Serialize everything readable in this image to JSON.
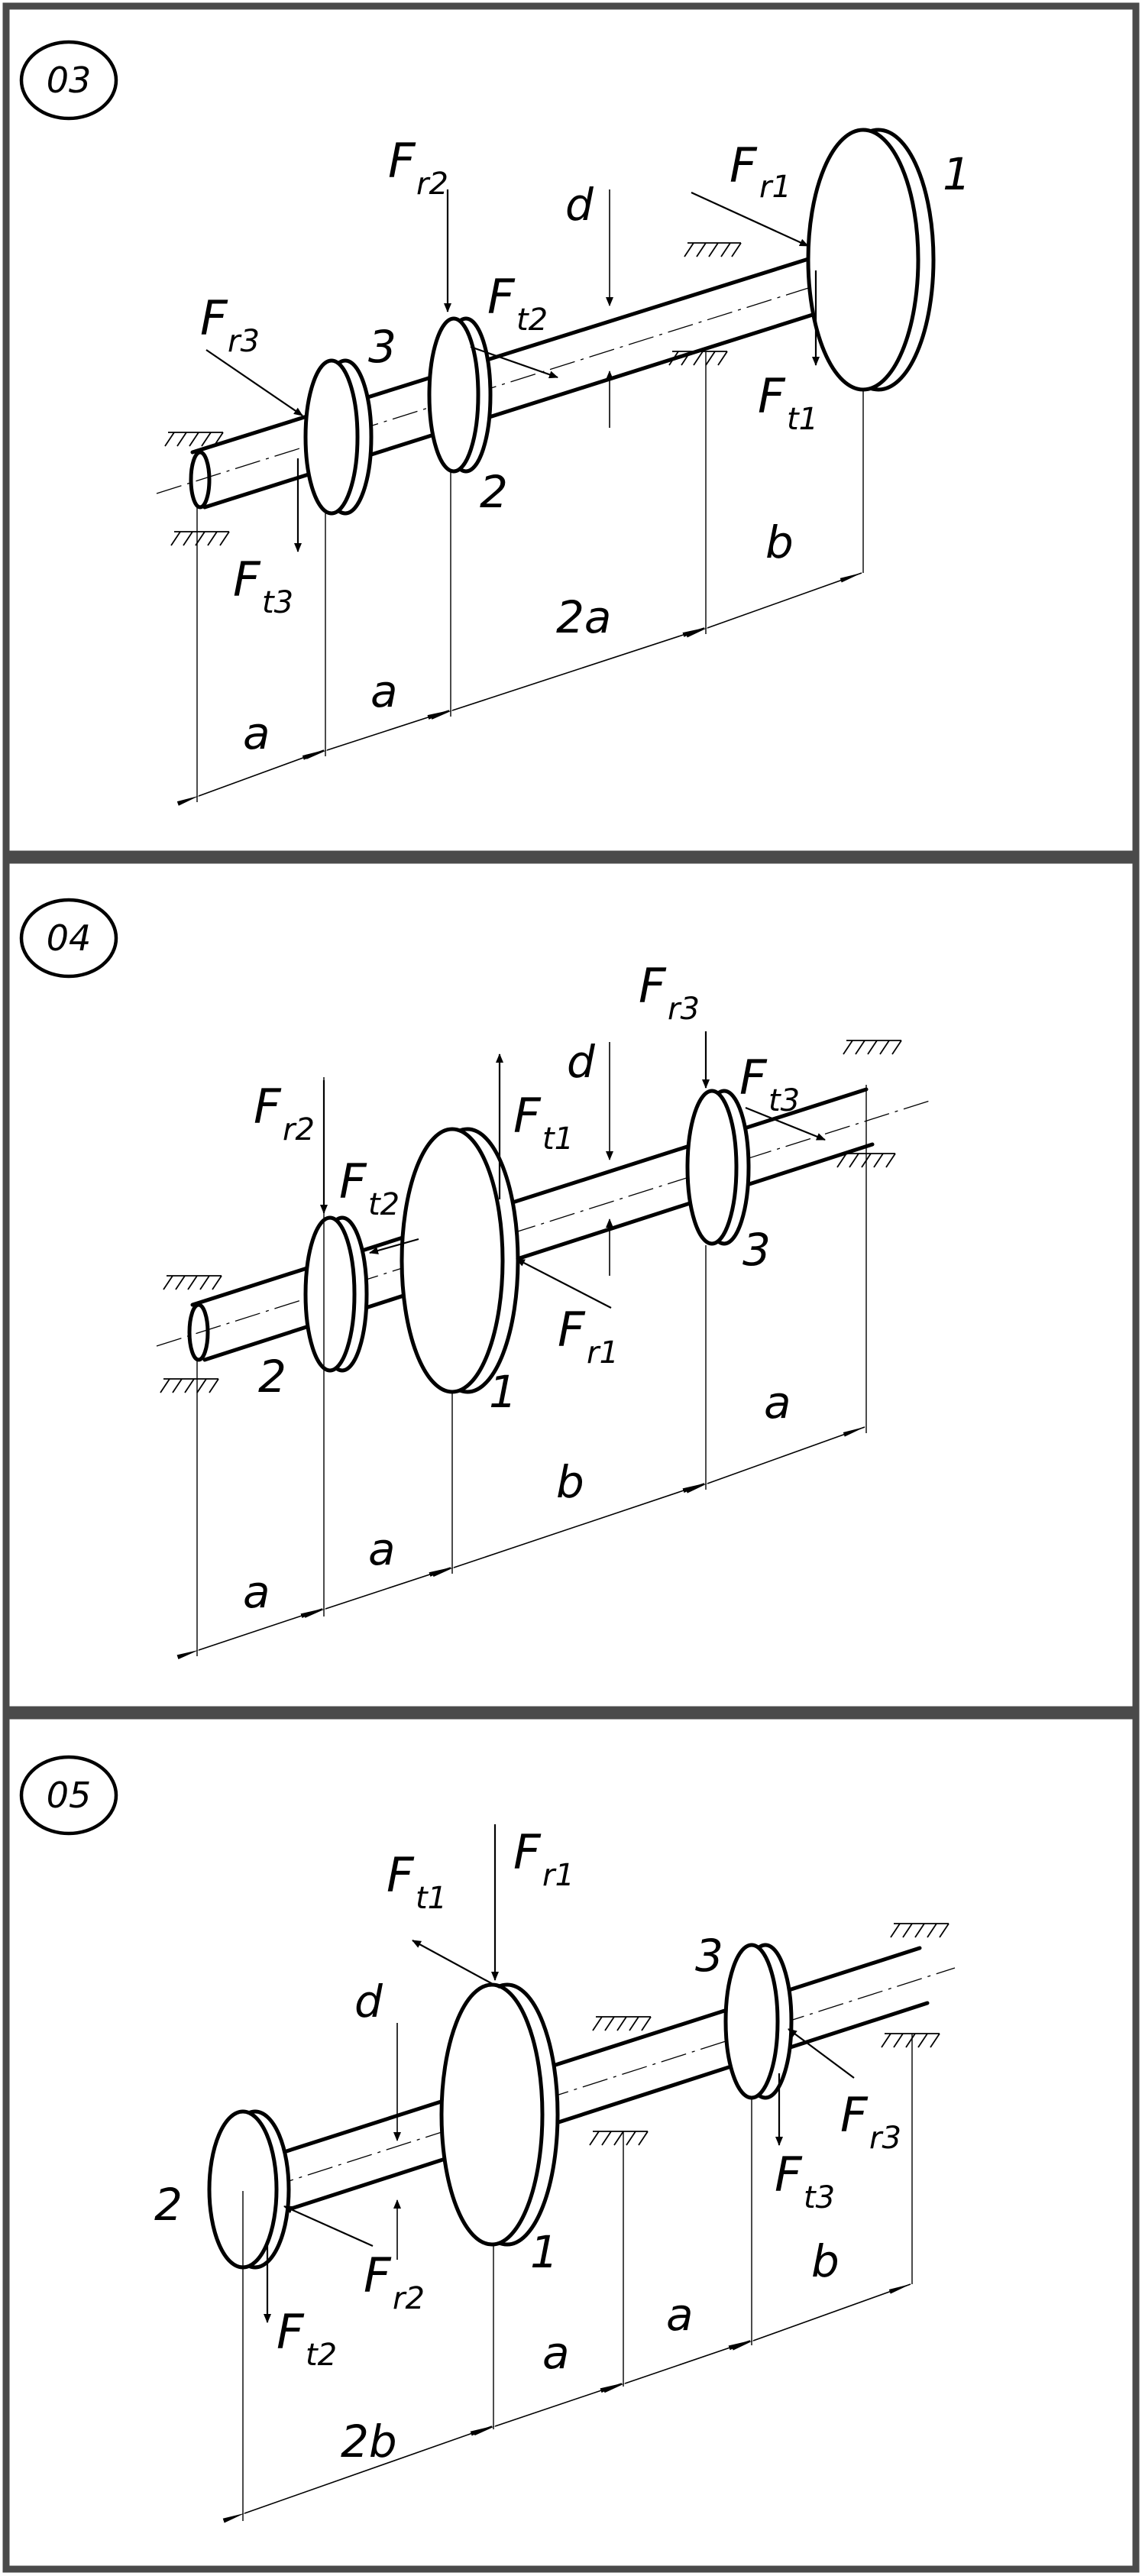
{
  "panels": [
    {
      "variant": "03",
      "force_labels": {
        "fr1": {
          "letter": "F",
          "sub": "r1"
        },
        "ft1": {
          "letter": "F",
          "sub": "t1"
        },
        "fr2": {
          "letter": "F",
          "sub": "r2"
        },
        "ft2": {
          "letter": "F",
          "sub": "t2"
        },
        "fr3": {
          "letter": "F",
          "sub": "r3"
        },
        "ft3": {
          "letter": "F",
          "sub": "t3"
        }
      },
      "diameter_label": "d",
      "gear_numbers": [
        "1",
        "2",
        "3"
      ],
      "dimension_labels": [
        "a",
        "a",
        "2a",
        "b"
      ]
    },
    {
      "variant": "04",
      "force_labels": {
        "fr1": {
          "letter": "F",
          "sub": "r1"
        },
        "ft1": {
          "letter": "F",
          "sub": "t1"
        },
        "fr2": {
          "letter": "F",
          "sub": "r2"
        },
        "ft2": {
          "letter": "F",
          "sub": "t2"
        },
        "fr3": {
          "letter": "F",
          "sub": "r3"
        },
        "ft3": {
          "letter": "F",
          "sub": "t3"
        }
      },
      "diameter_label": "d",
      "gear_numbers": [
        "1",
        "2",
        "3"
      ],
      "dimension_labels": [
        "a",
        "a",
        "b",
        "a"
      ]
    },
    {
      "variant": "05",
      "force_labels": {
        "fr1": {
          "letter": "F",
          "sub": "r1"
        },
        "ft1": {
          "letter": "F",
          "sub": "t1"
        },
        "fr2": {
          "letter": "F",
          "sub": "r2"
        },
        "ft2": {
          "letter": "F",
          "sub": "t2"
        },
        "fr3": {
          "letter": "F",
          "sub": "r3"
        },
        "ft3": {
          "letter": "F",
          "sub": "t3"
        }
      },
      "diameter_label": "d",
      "gear_numbers": [
        "1",
        "2",
        "3"
      ],
      "dimension_labels": [
        "2b",
        "a",
        "a",
        "b"
      ]
    }
  ]
}
